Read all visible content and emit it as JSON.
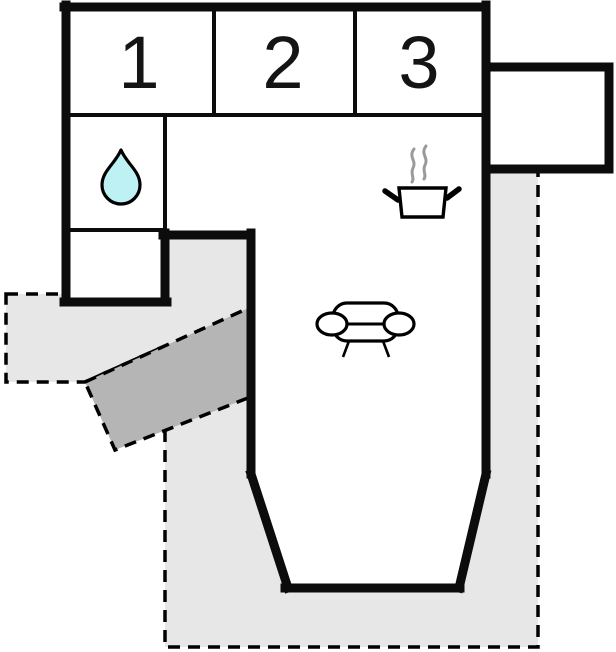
{
  "floorplan": {
    "type": "holiday-home floor plan",
    "rooms": [
      {
        "label": "1"
      },
      {
        "label": "2"
      },
      {
        "label": "3"
      }
    ],
    "bathroom": {
      "icon": "water-drop",
      "drop_fill": "#bdf1f4"
    },
    "kitchen": {
      "icon": "cooking-pot",
      "steam_color": "#9a9a9a"
    },
    "living_area": {
      "icon": "sofa"
    },
    "outdoor": {
      "terrace_fill": "#e7e7e7",
      "driveway_fill": "#b5b5b5"
    },
    "colors": {
      "wall": "#0c0c0c",
      "background": "#ffffff"
    }
  }
}
